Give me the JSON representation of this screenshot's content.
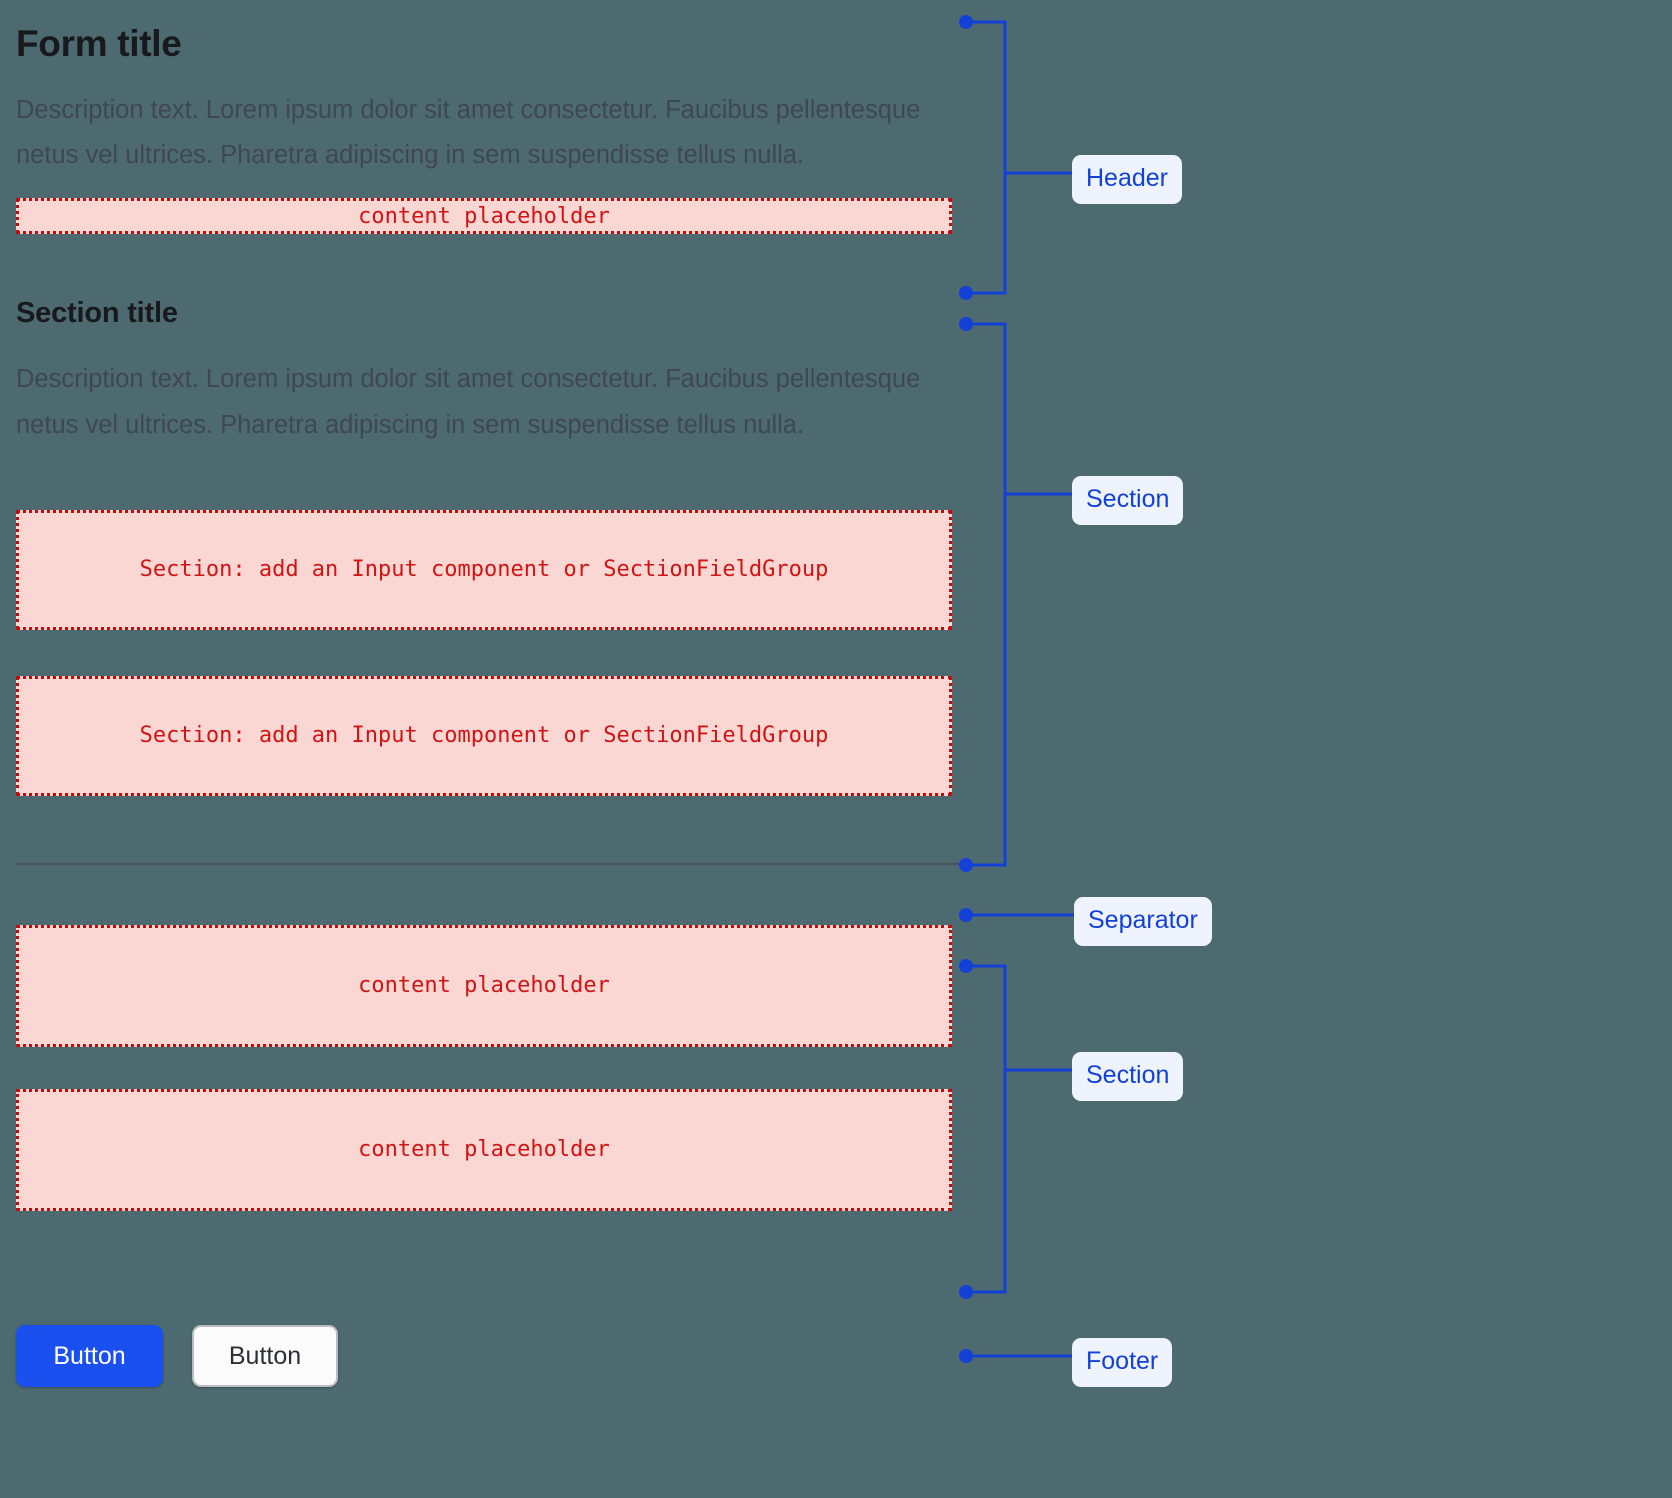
{
  "colors": {
    "background": "#4d6a70",
    "title": "#17191c",
    "description": "#3f4851",
    "placeholder_fill": "#fbd7d4",
    "placeholder_border": "#c20d0d",
    "placeholder_text": "#d01414",
    "annotation_blue": "#1341d8",
    "chip_background": "#eef3fd",
    "primary_button": "#1a4ff0",
    "separator_line": "#4a525c"
  },
  "header": {
    "title": "Form title",
    "description": "Description text. Lorem ipsum dolor sit amet consectetur. Faucibus pellentesque netus vel ultrices. Pharetra adipiscing in sem suspendisse tellus nulla.",
    "placeholder": "content placeholder"
  },
  "section_one": {
    "title": "Section title",
    "description": "Description text. Lorem ipsum dolor sit amet consectetur. Faucibus pellentesque netus vel ultrices. Pharetra adipiscing in sem suspendisse tellus nulla.",
    "field_placeholder_1": "Section: add an Input component or SectionFieldGroup",
    "field_placeholder_2": "Section: add an Input component or SectionFieldGroup"
  },
  "section_two": {
    "placeholder_1": "content placeholder",
    "placeholder_2": "content placeholder"
  },
  "footer": {
    "primary_button": "Button",
    "secondary_button": "Button"
  },
  "annotations": {
    "header": "Header",
    "section_one": "Section",
    "separator": "Separator",
    "section_two": "Section",
    "footer": "Footer"
  }
}
